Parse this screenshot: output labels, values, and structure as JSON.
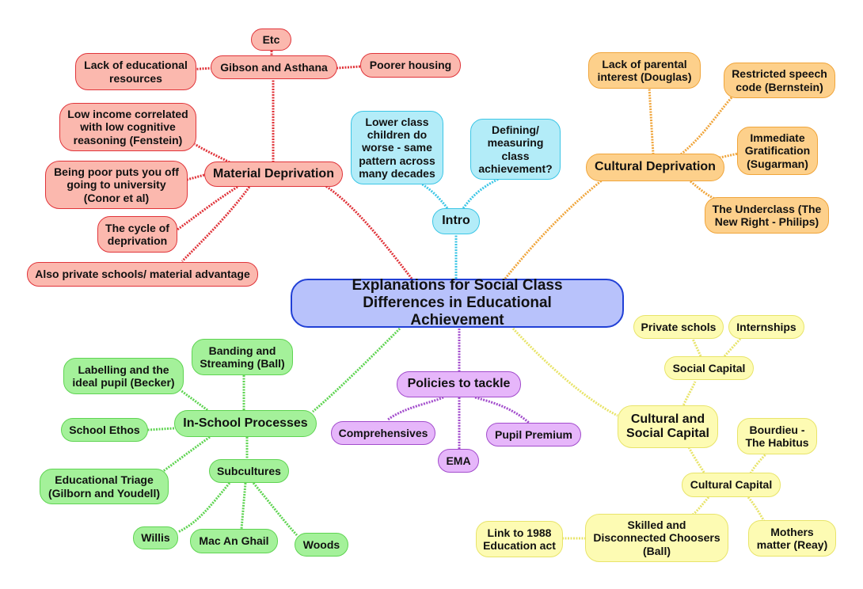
{
  "central": {
    "label": "Explanations for Social Class Differences in Educational Achievement",
    "color": "#2140d6"
  },
  "branches": {
    "material": {
      "label": "Material Deprivation",
      "color": "#e0343a",
      "gibson": {
        "label": "Gibson and Asthana",
        "children": [
          "Etc",
          "Lack of educational resources",
          "Poorer housing"
        ]
      },
      "children": [
        "Low income correlated with low cognitive reasoning (Fenstein)",
        "Being poor puts you off going to university (Conor et al)",
        "The cycle of deprivation",
        "Also private schools/ material advantage"
      ]
    },
    "intro": {
      "label": "Intro",
      "color": "#3cc6e6",
      "children": [
        "Lower class children do worse - same pattern across many decades",
        "Defining/ measuring class achievement?"
      ]
    },
    "cultural_deprivation": {
      "label": "Cultural Deprivation",
      "color": "#f0a53b",
      "children": [
        "Lack of parental interest (Douglas)",
        "Restricted speech code (Bernstein)",
        "Immediate Gratification (Sugarman)",
        "The Underclass (The New Right - Philips)"
      ]
    },
    "in_school": {
      "label": "In-School Processes",
      "color": "#5fd452",
      "children": [
        "Labelling and the ideal pupil (Becker)",
        "Banding and Streaming (Ball)",
        "School Ethos",
        "Educational Triage (Gilborn and Youdell)"
      ],
      "subcultures": {
        "label": "Subcultures",
        "children": [
          "Willis",
          "Mac An Ghail",
          "Woods"
        ]
      }
    },
    "policies": {
      "label": "Policies to tackle",
      "color": "#a24ccc",
      "children": [
        "Comprehensives",
        "EMA",
        "Pupil Premium"
      ]
    },
    "capital": {
      "label": "Cultural and Social Capital",
      "color": "#e8e46a",
      "social": {
        "label": "Social Capital",
        "children": [
          "Private schols",
          "Internships"
        ]
      },
      "cultural": {
        "label": "Cultural Capital",
        "children": [
          "Bourdieu - The Habitus",
          "Skilled and Disconnected Choosers (Ball)",
          "Mothers matter (Reay)"
        ],
        "choosers_child": "Link to 1988 Education act"
      }
    }
  }
}
